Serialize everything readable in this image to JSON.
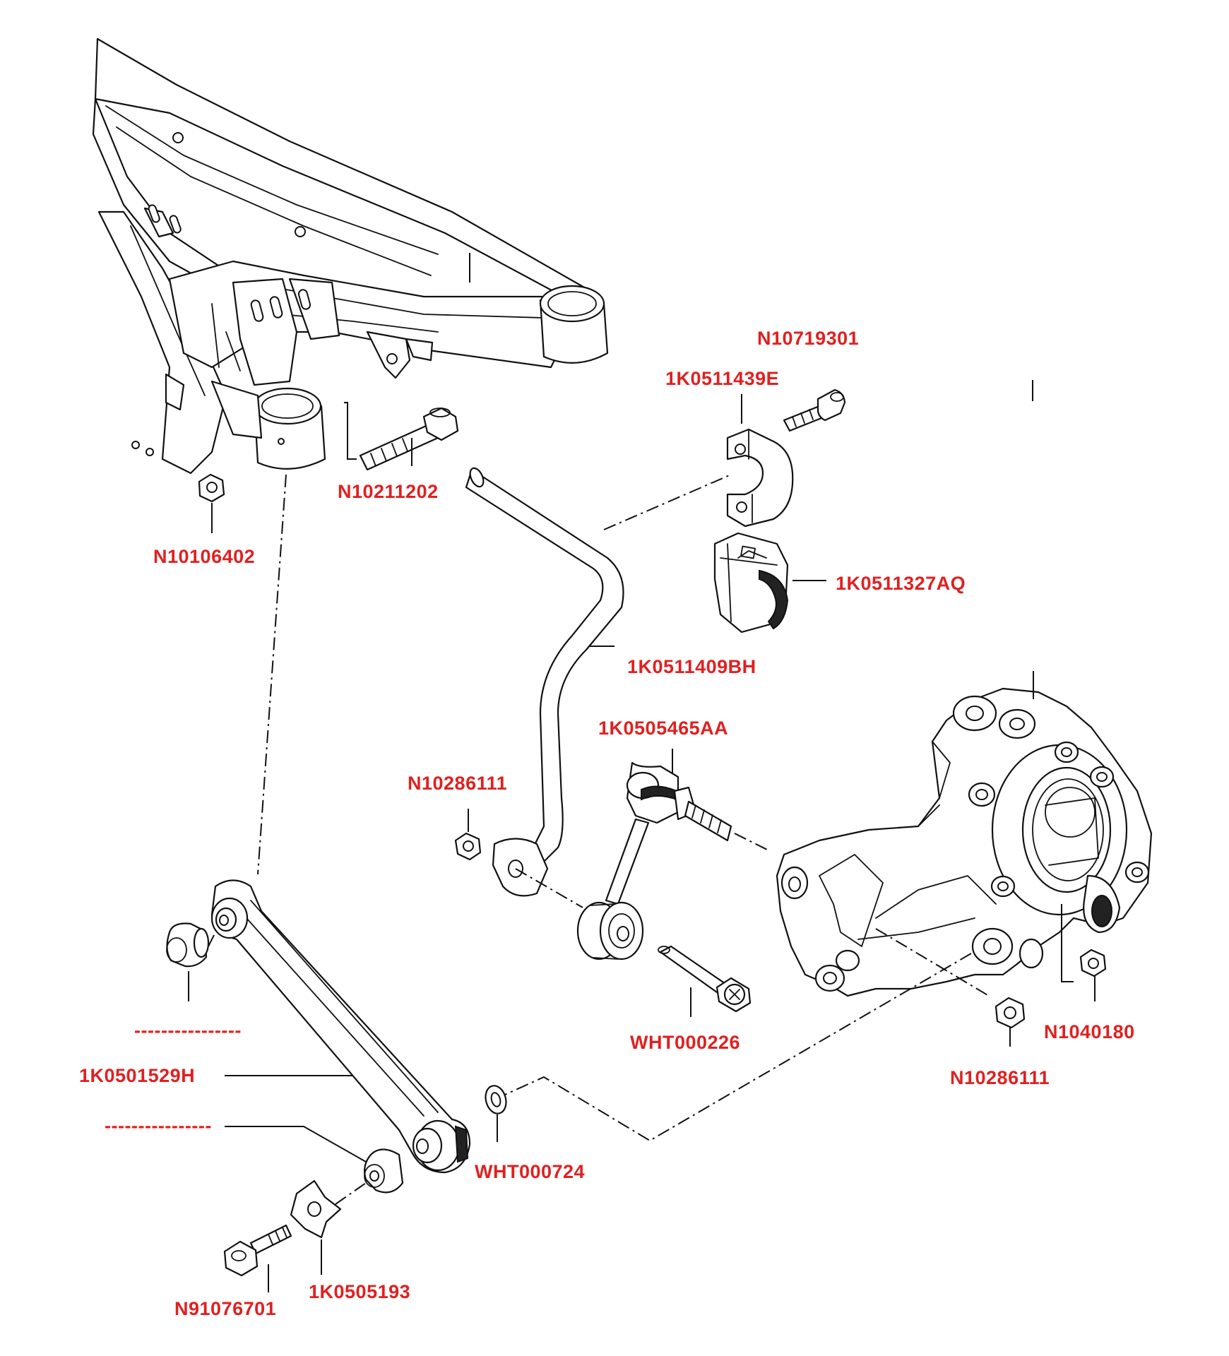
{
  "labels": {
    "n10719301": "N10719301",
    "k0511439e": "1K0511439E",
    "n10211202": "N10211202",
    "n10106402": "N10106402",
    "k0511327aq": "1K0511327AQ",
    "k0511409bh": "1K0511409BH",
    "k0505465aa": "1K0505465AA",
    "n10286111_a": "N10286111",
    "wht000226": "WHT000226",
    "n10286111_b": "N10286111",
    "n1040180": "N1040180",
    "dashes_1": "----------------",
    "k0501529h": "1K0501529H",
    "dashes_2": "----------------",
    "wht000724": "WHT000724",
    "k0505193": "1K0505193",
    "n91076701": "N91076701"
  },
  "colors": {
    "label": "#e02020",
    "linework": "#111111",
    "background": "#ffffff"
  }
}
